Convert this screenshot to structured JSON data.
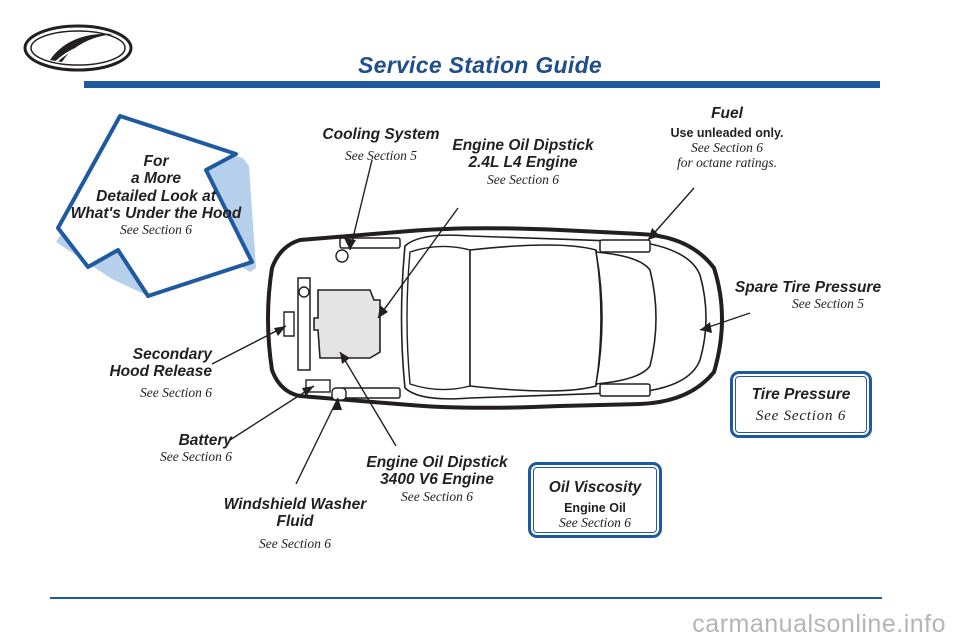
{
  "page_title": "Service Station Guide",
  "arrow_callout": {
    "line1": "For",
    "line2": "a More",
    "line3": "Detailed Look at",
    "line4": "What's Under the Hood",
    "section": "See Section 6"
  },
  "cooling_system": {
    "heading": "Cooling System",
    "section": "See Section 5"
  },
  "oil_dipstick_l4": {
    "heading": "Engine Oil Dipstick",
    "engine": "2.4L L4 Engine",
    "section": "See Section 6"
  },
  "fuel": {
    "heading": "Fuel",
    "note": "Use unleaded only.",
    "section": "See Section 6",
    "extra": "for octane ratings."
  },
  "spare_tire": {
    "heading": "Spare Tire Pressure",
    "section": "See Section 5"
  },
  "secondary_hood": {
    "line1": "Secondary",
    "line2": "Hood Release",
    "section": "See Section 6"
  },
  "battery": {
    "heading": "Battery",
    "section": "See Section 6"
  },
  "washer_fluid": {
    "line1": "Windshield Washer",
    "line2": "Fluid",
    "section": "See Section 6"
  },
  "oil_dipstick_v6": {
    "heading": "Engine Oil Dipstick",
    "engine": "3400 V6 Engine",
    "section": "See Section 6"
  },
  "oil_viscosity": {
    "heading": "Oil Viscosity",
    "sub": "Engine Oil",
    "section": "See Section 6"
  },
  "tire_pressure": {
    "heading": "Tire Pressure",
    "section": "See Section 6"
  },
  "watermark": "carmanualsonline.info",
  "colors": {
    "accent_blue": "#1f5aa0",
    "ink": "#231f20"
  }
}
